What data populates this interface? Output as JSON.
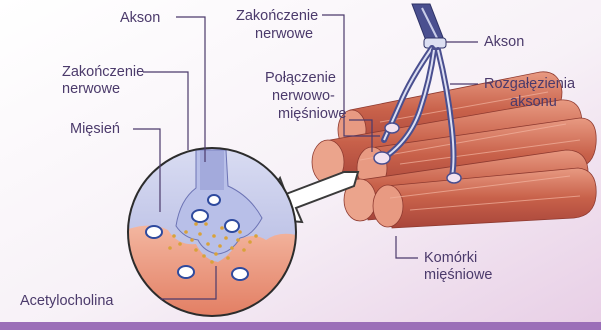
{
  "colors": {
    "label": "#4b3a6b",
    "bottom_band": "#9b6fb8",
    "muscle": "#c8614a",
    "nerve": "#4a4f8f"
  },
  "labels": {
    "akson_top": "Akson",
    "zakonczenie_left_1": "Zakończenie",
    "zakonczenie_left_2": "nerwowe",
    "miesien": "Mięsień",
    "acetylocholina": "Acetylocholina",
    "zakonczenie_top_1": "Zakończenie",
    "zakonczenie_top_2": "nerwowe",
    "polaczenie_1": "Połączenie",
    "polaczenie_2": "nerwowo-",
    "polaczenie_3": "mięśniowe",
    "akson_right": "Akson",
    "rozgalezienia_1": "Rozgałęzienia",
    "rozgalezienia_2": "aksonu",
    "komorki_1": "Komórki",
    "komorki_2": "mięśniowe"
  }
}
